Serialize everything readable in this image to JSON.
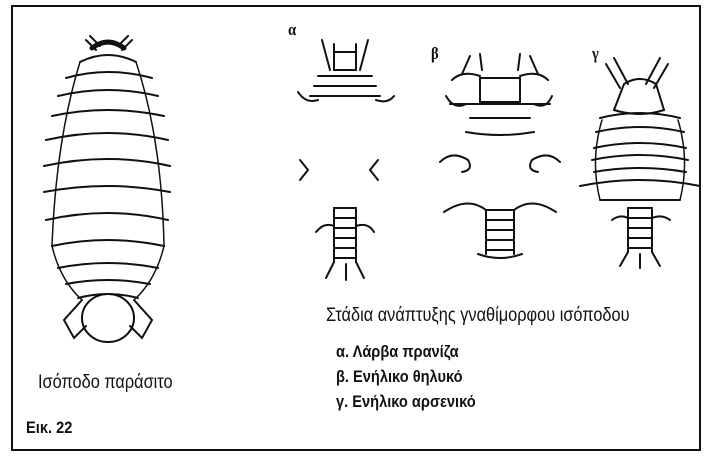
{
  "figure": {
    "figure_number": "Εικ. 22",
    "left_caption": "Ισόποδο παράσιτο",
    "right_title": "Στάδια ανάπτυξης γναθίμορφου ισόποδου",
    "panel_labels": [
      "α",
      "β",
      "γ"
    ],
    "legend": [
      "α. Λάρβα πρανίζα",
      "β. Ενήλικο θηλυκό",
      "γ. Ενήλικο αρσενικό"
    ]
  },
  "colors": {
    "ink": "#111111",
    "paper": "#ffffff"
  }
}
